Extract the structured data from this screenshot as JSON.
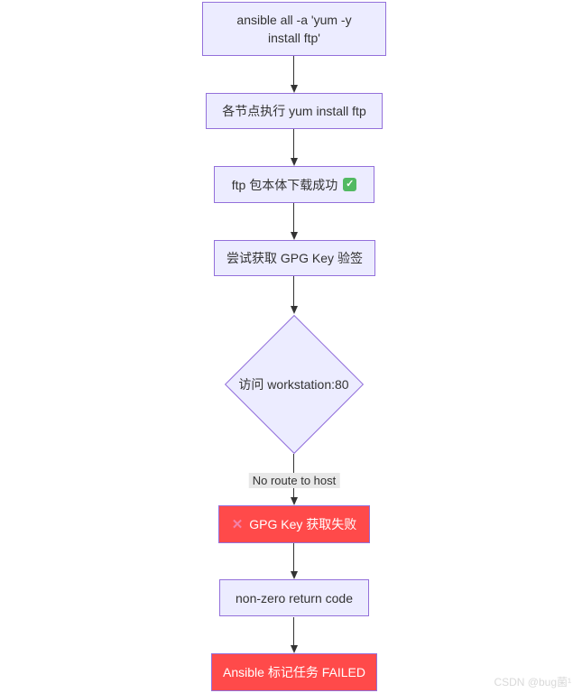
{
  "diagram": {
    "type": "flowchart",
    "direction": "top-down",
    "nodes": [
      {
        "id": "cmd",
        "shape": "rect",
        "label": "ansible all -a 'yum -y install ftp'"
      },
      {
        "id": "exec",
        "shape": "rect",
        "label": "各节点执行 yum install ftp"
      },
      {
        "id": "download",
        "shape": "rect",
        "label": "ftp 包本体下载成功",
        "icon": "check-mark"
      },
      {
        "id": "gpg_try",
        "shape": "rect",
        "label": "尝试获取 GPG Key 验签"
      },
      {
        "id": "decision",
        "shape": "diamond",
        "label": "访问 workstation:80"
      },
      {
        "id": "gpg_fail",
        "shape": "rect-red",
        "label": "GPG Key 获取失败",
        "icon": "cross-mark"
      },
      {
        "id": "nonzero",
        "shape": "rect",
        "label": "non-zero return code"
      },
      {
        "id": "failed",
        "shape": "rect-red",
        "label": "Ansible 标记任务 FAILED"
      }
    ],
    "edges": [
      {
        "from": "cmd",
        "to": "exec"
      },
      {
        "from": "exec",
        "to": "download"
      },
      {
        "from": "download",
        "to": "gpg_try"
      },
      {
        "from": "gpg_try",
        "to": "decision"
      },
      {
        "from": "decision",
        "to": "gpg_fail",
        "label": "No route to host"
      },
      {
        "from": "gpg_fail",
        "to": "nonzero"
      },
      {
        "from": "nonzero",
        "to": "failed"
      }
    ],
    "colors": {
      "node_fill": "#ECECFF",
      "node_border": "#9370DB",
      "node_text": "#333333",
      "fail_fill": "#ff4a4a",
      "fail_text": "#ffffff",
      "edge_line": "#333333",
      "edge_label_bg": "#e8e8e8",
      "check_green": "#52b962",
      "cross_pink": "#f480a8",
      "watermark_gray": "#d9d9d9"
    }
  },
  "icons": {
    "check_glyph": "✓",
    "cross_glyph": "✕"
  },
  "watermark": {
    "text": "CSDN @bug菌¹"
  }
}
